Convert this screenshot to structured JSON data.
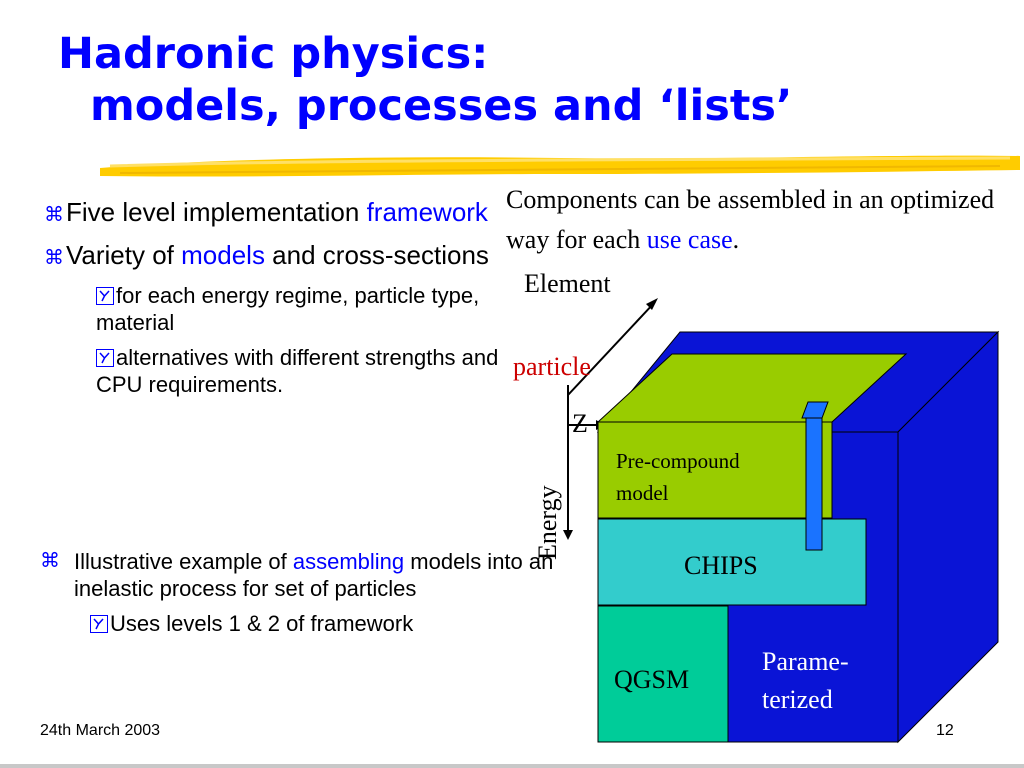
{
  "slide": {
    "title_line1": "Hadronic physics:",
    "title_line2": "models, processes and ‘lists’",
    "bullet_glyph": "⌘",
    "bullets": [
      {
        "text_a": "Five level implementation ",
        "text_blue": "framework",
        "text_b": ""
      },
      {
        "text_a": "Variety of ",
        "text_blue": "models",
        "text_b": " and cross-sections"
      }
    ],
    "sub_bullets": [
      "for each energy regime, particle type, material",
      "alternatives with different strengths and CPU requirements."
    ],
    "illustrative": {
      "text_a": "Illustrative example of ",
      "text_blue": "assembling",
      "text_b": " models into an inelastic process for set of particles"
    },
    "illustrative_sub": "Uses levels 1 & 2 of framework",
    "components": {
      "text_a": "Components can be assembled in an optimized way for each ",
      "text_blue": "use case",
      "text_b": "."
    },
    "footer_date": "24th March 2003",
    "page_number": "12"
  },
  "diagram": {
    "axis_element": "Element",
    "axis_particle": "particle",
    "axis_z": "Z",
    "axis_energy": "Energy",
    "box_precompound_l1": "Pre-compound",
    "box_precompound_l2": "model",
    "box_chips": "CHIPS",
    "box_qgsm": "QGSM",
    "box_param_l1": "Parame-",
    "box_param_l2": "terized"
  },
  "colors": {
    "title_blue": "#0000ff",
    "highlight_blue": "#0000ff",
    "particle_red": "#cc0000",
    "cube_blue": "#0a14d6",
    "precompound_green": "#99cc00",
    "chips_cyan": "#33cccc",
    "qgsm_teal": "#00cc99",
    "brush_yellow": "#ffcc00"
  }
}
